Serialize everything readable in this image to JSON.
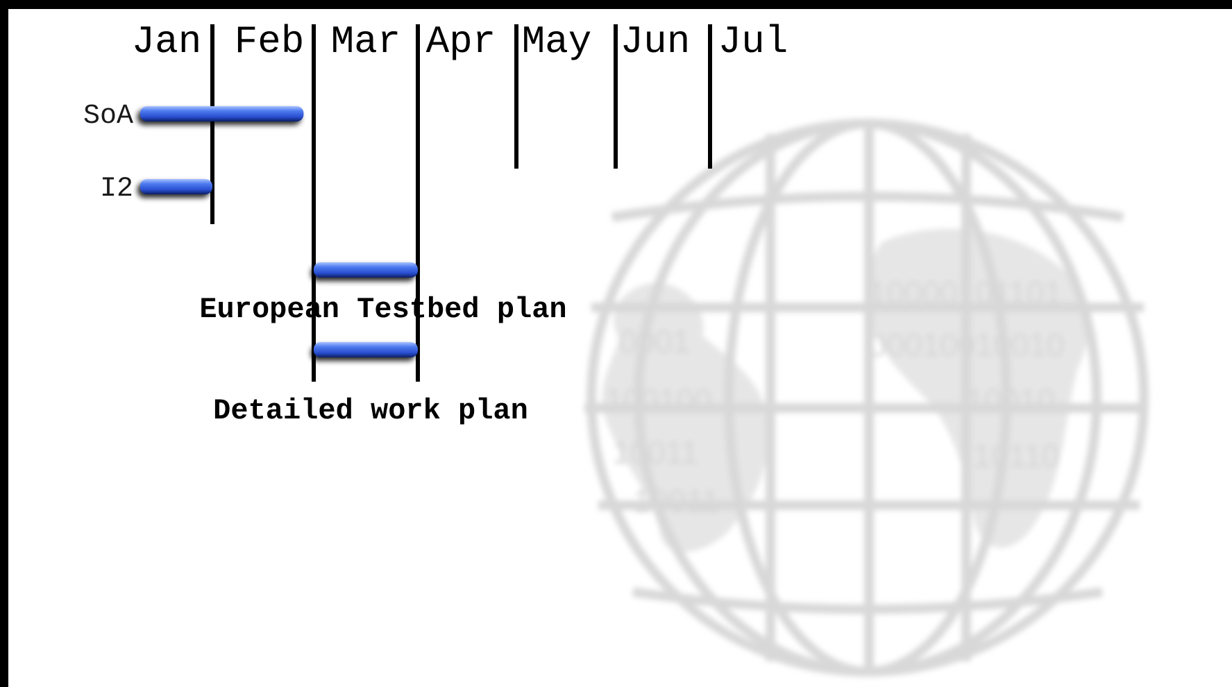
{
  "chart_data": {
    "type": "gantt",
    "categories": [
      "Jan",
      "Feb",
      "Mar",
      "Apr",
      "May",
      "Jun",
      "Jul"
    ],
    "series": [
      {
        "name": "SoA",
        "label_position": "left",
        "start": 0.0,
        "end": 1.9
      },
      {
        "name": "I2",
        "label_position": "left",
        "start": 0.0,
        "end": 1.0
      },
      {
        "name": "European Testbed plan",
        "label_position": "below",
        "start": 2.0,
        "end": 3.0
      },
      {
        "name": "Detailed work plan",
        "label_position": "below",
        "start": 2.0,
        "end": 3.0
      }
    ],
    "bar_color": "#2f58d8",
    "grid": true,
    "legend": "none"
  },
  "background": {
    "icon": "wireframe-globe-icon",
    "color": "#d2d2d2"
  }
}
